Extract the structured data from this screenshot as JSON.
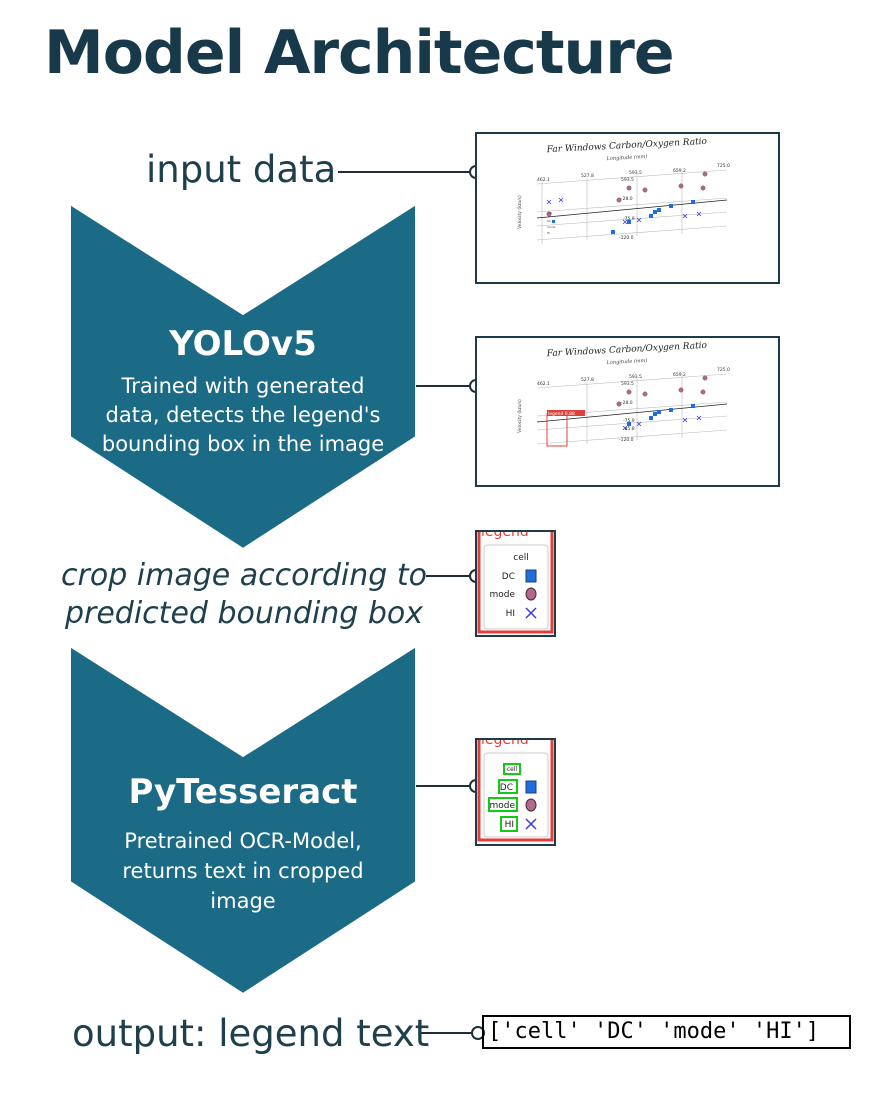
{
  "title": "Model Architecture",
  "labels": {
    "input": "input data",
    "crop": "crop image according to predicted bounding box",
    "output": "output: legend text"
  },
  "steps": [
    {
      "name": "YOLOv5",
      "description": "Trained with generated data, detects the legend's bounding box in the image"
    },
    {
      "name": "PyTesseract",
      "description": "Pretrained OCR-Model, returns text in cropped image"
    }
  ],
  "plot": {
    "title": "Far Windows Carbon/Oxygen Ratio",
    "subtitle": "Longitude (mm)",
    "y_label": "Velocity (km/s)",
    "top_ticks": [
      "462.1",
      "527.8",
      "593.5",
      "593.5",
      "659.2",
      "725.0"
    ],
    "inner_ticks": [
      "-28.0",
      "-75.9",
      "-85.8",
      "-120.0"
    ],
    "detection_tag": "legend 0.88"
  },
  "legend_crop": {
    "header": "legend",
    "items": [
      "cell",
      "DC",
      "mode",
      "HI"
    ]
  },
  "output_text": "['cell' 'DC' 'mode' 'HI']",
  "colors": {
    "chevron": "#1b6a86",
    "chevron_border": "#ffffff",
    "text_dark": "#1e3f4c",
    "connector": "#1f2f37",
    "detection_red": "#e0403b",
    "ocr_green": "#11cc11",
    "marker_blue": "#1f6fdb",
    "marker_pink": "#b26a8c"
  }
}
